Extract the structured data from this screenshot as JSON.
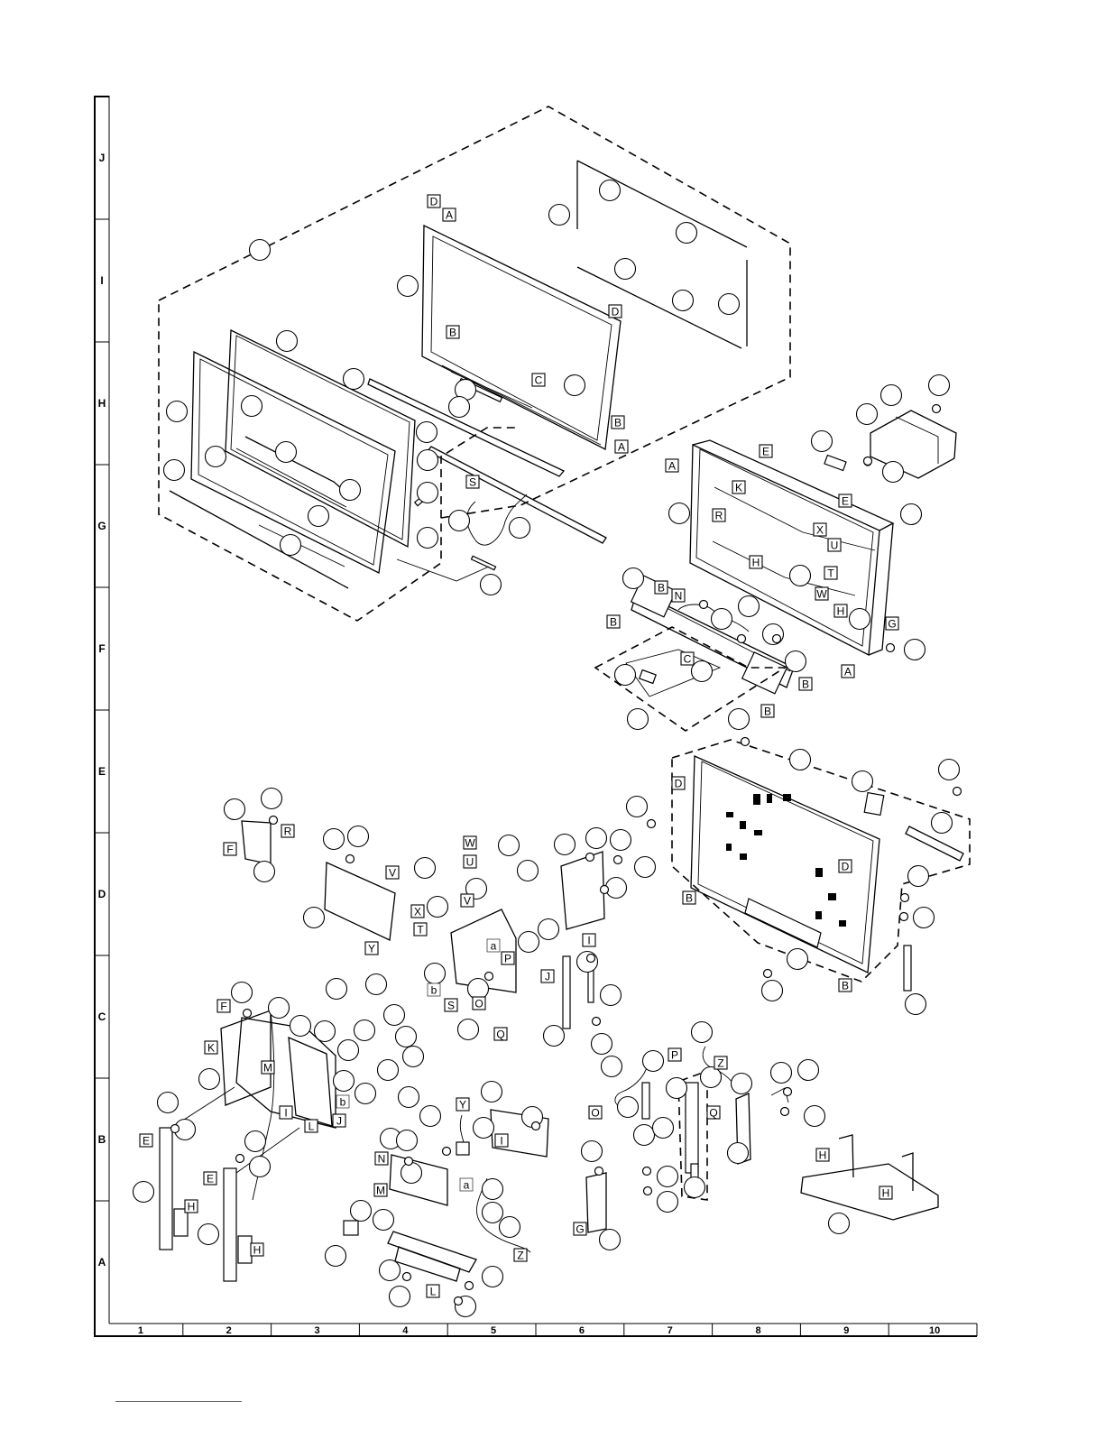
{
  "rows": [
    "J",
    "I",
    "H",
    "G",
    "F",
    "E",
    "D",
    "C",
    "B",
    "A"
  ],
  "columns": [
    "1",
    "2",
    "3",
    "4",
    "5",
    "6",
    "7",
    "8",
    "9",
    "10"
  ],
  "colors": {
    "line": "#000000",
    "background": "#ffffff",
    "link_underline": "#3355cc"
  },
  "connector_labels": {
    "front": [
      "D",
      "A",
      "D",
      "B",
      "C",
      "B",
      "A"
    ],
    "speaker": [
      "A",
      "E",
      "K",
      "E",
      "R",
      "X",
      "U",
      "H",
      "T",
      "W",
      "B",
      "N",
      "H",
      "G",
      "B",
      "C",
      "A",
      "B",
      "B"
    ],
    "rear": [
      "D",
      "D",
      "B",
      "B"
    ],
    "cables_top": [
      "S",
      "F",
      "R",
      "V",
      "W",
      "U",
      "V",
      "X",
      "T",
      "Y",
      "a",
      "P",
      "b",
      "S",
      "O",
      "Q",
      "I",
      "J"
    ],
    "boards": [
      "F",
      "K",
      "M",
      "b",
      "I",
      "L",
      "J",
      "E",
      "H",
      "E",
      "H"
    ],
    "lower_mid": [
      "Y",
      "I",
      "N",
      "M",
      "a",
      "Z",
      "L"
    ],
    "lower_right": [
      "P",
      "Z",
      "Q",
      "O",
      "G",
      "H",
      "H"
    ]
  }
}
